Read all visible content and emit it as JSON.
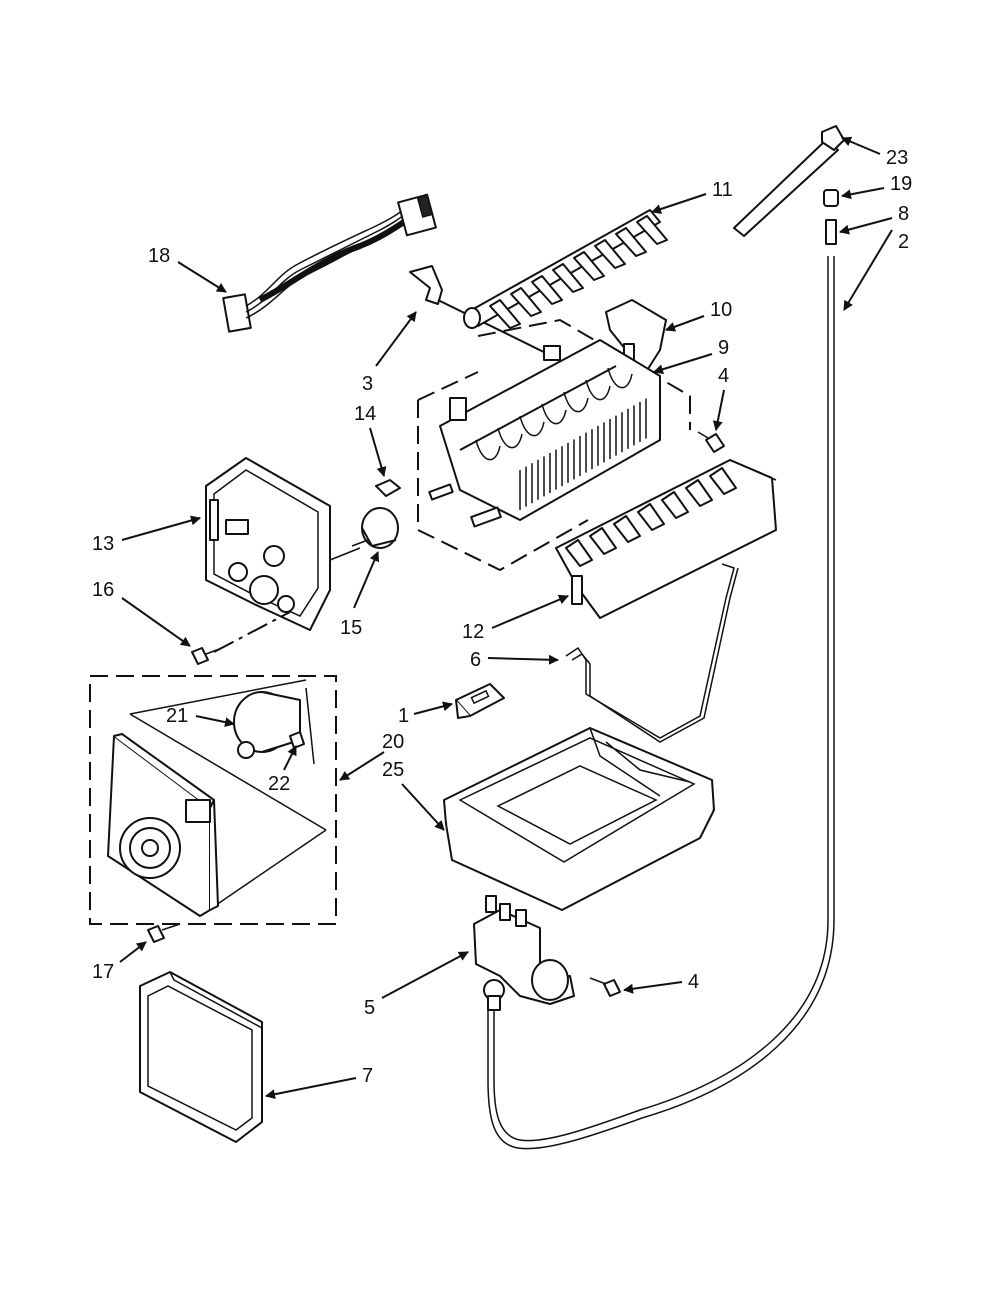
{
  "callouts": [
    {
      "id": "c18",
      "label": "18"
    },
    {
      "id": "c3",
      "label": "3"
    },
    {
      "id": "c11",
      "label": "11"
    },
    {
      "id": "c23",
      "label": "23"
    },
    {
      "id": "c19",
      "label": "19"
    },
    {
      "id": "c8",
      "label": "8"
    },
    {
      "id": "c2",
      "label": "2"
    },
    {
      "id": "c10",
      "label": "10"
    },
    {
      "id": "c9",
      "label": "9"
    },
    {
      "id": "c4a",
      "label": "4"
    },
    {
      "id": "c14",
      "label": "14"
    },
    {
      "id": "c13",
      "label": "13"
    },
    {
      "id": "c15",
      "label": "15"
    },
    {
      "id": "c16",
      "label": "16"
    },
    {
      "id": "c12",
      "label": "12"
    },
    {
      "id": "c6",
      "label": "6"
    },
    {
      "id": "c1",
      "label": "1"
    },
    {
      "id": "c21",
      "label": "21"
    },
    {
      "id": "c20",
      "label": "20"
    },
    {
      "id": "c25",
      "label": "25"
    },
    {
      "id": "c22",
      "label": "22"
    },
    {
      "id": "c17",
      "label": "17"
    },
    {
      "id": "c5",
      "label": "5"
    },
    {
      "id": "c4b",
      "label": "4"
    },
    {
      "id": "c7",
      "label": "7"
    }
  ]
}
